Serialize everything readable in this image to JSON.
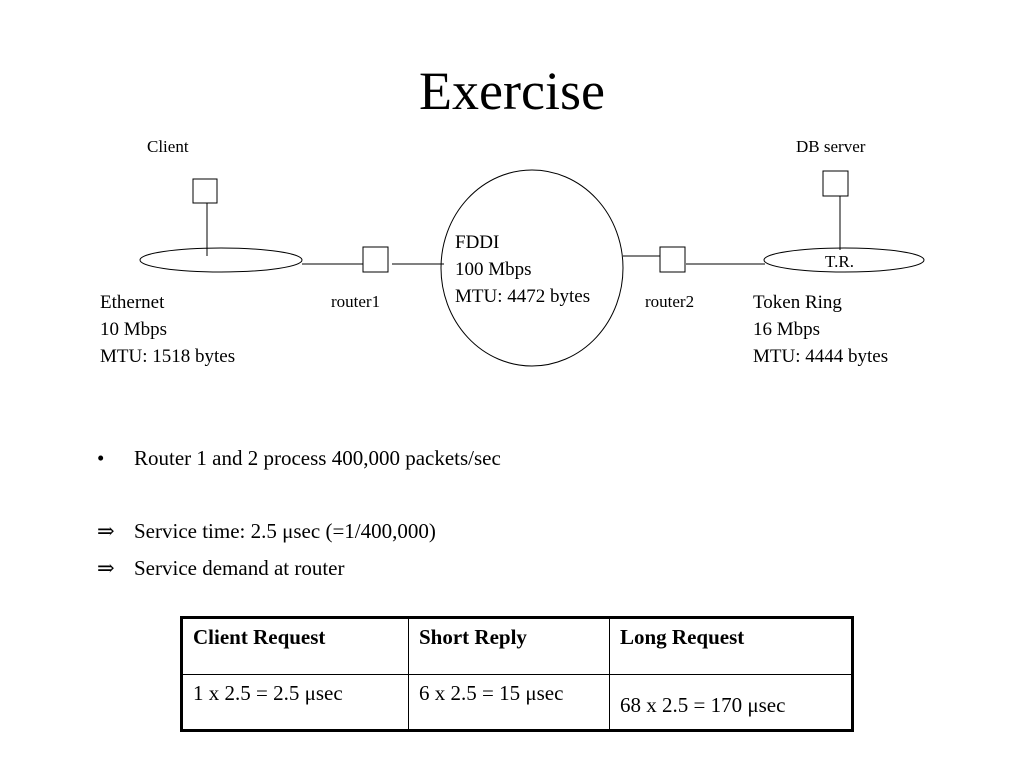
{
  "title": "Exercise",
  "diagram": {
    "client_label": "Client",
    "db_server_label": "DB server",
    "token_ring_short": "T.R.",
    "router1_label": "router1",
    "router2_label": "router2",
    "ethernet": {
      "name": "Ethernet",
      "speed": "10 Mbps",
      "mtu": "MTU: 1518 bytes"
    },
    "fddi": {
      "name": "FDDI",
      "speed": "100 Mbps",
      "mtu": "MTU: 4472 bytes"
    },
    "token_ring": {
      "name": "Token Ring",
      "speed": "16 Mbps",
      "mtu": "MTU: 4444 bytes"
    }
  },
  "bullets": [
    {
      "symbol": "•",
      "text": "Router 1 and 2 process 400,000 packets/sec"
    },
    {
      "symbol": "⇒",
      "text": "Service time: 2.5 μsec (=1/400,000)"
    },
    {
      "symbol": "⇒",
      "text": "Service demand at router"
    }
  ],
  "table": {
    "headers": [
      "Client Request",
      "Short Reply",
      "Long Request"
    ],
    "rows": [
      [
        "1 x 2.5 = 2.5 μsec",
        "6 x 2.5 = 15 μsec",
        "68 x 2.5 = 170 μsec"
      ]
    ]
  }
}
